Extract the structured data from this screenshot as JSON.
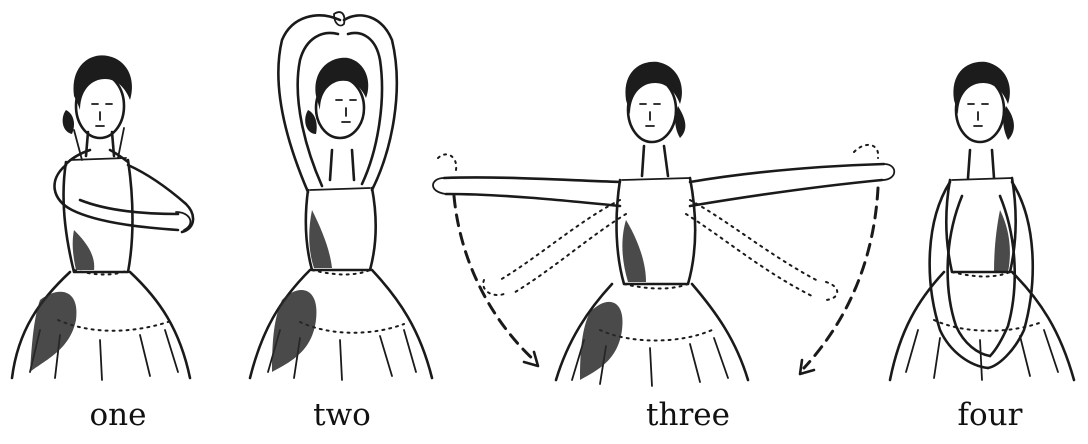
{
  "figure": {
    "captions": {
      "one": "one",
      "two": "two",
      "three": "three",
      "four": "four"
    }
  }
}
